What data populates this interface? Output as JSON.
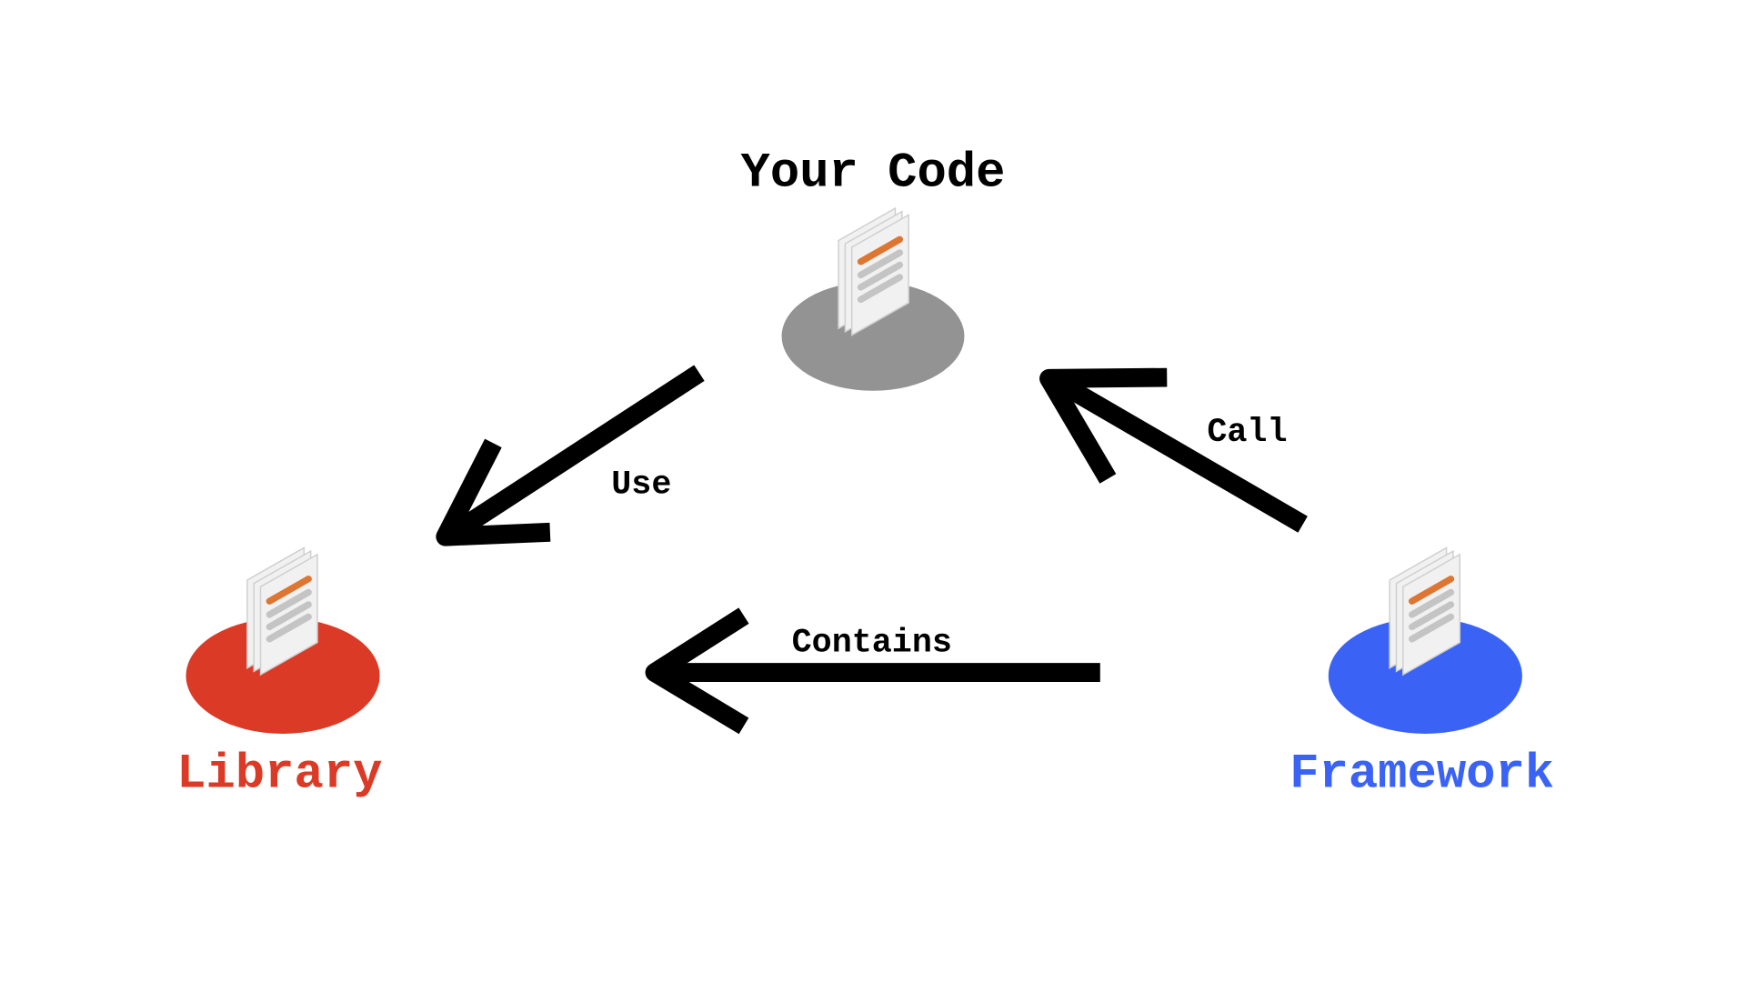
{
  "nodes": {
    "your_code": {
      "label": "Your Code",
      "color": "#939393",
      "label_color": "#000000",
      "icon": "document-stack-icon"
    },
    "library": {
      "label": "Library",
      "color": "#db3b26",
      "label_color": "#db3b26",
      "icon": "document-stack-icon"
    },
    "framework": {
      "label": "Framework",
      "color": "#3a63f5",
      "label_color": "#3a63f5",
      "icon": "document-stack-icon"
    }
  },
  "edges": [
    {
      "from": "your_code",
      "to": "library",
      "label": "Use"
    },
    {
      "from": "framework",
      "to": "your_code",
      "label": "Call"
    },
    {
      "from": "framework",
      "to": "library",
      "label": "Contains"
    }
  ],
  "colors": {
    "arrow": "#000000",
    "page": "#f1f1f1",
    "page_border": "#cfcfcf",
    "accent_line": "#dd7632",
    "text_line": "#c4c4c4"
  }
}
